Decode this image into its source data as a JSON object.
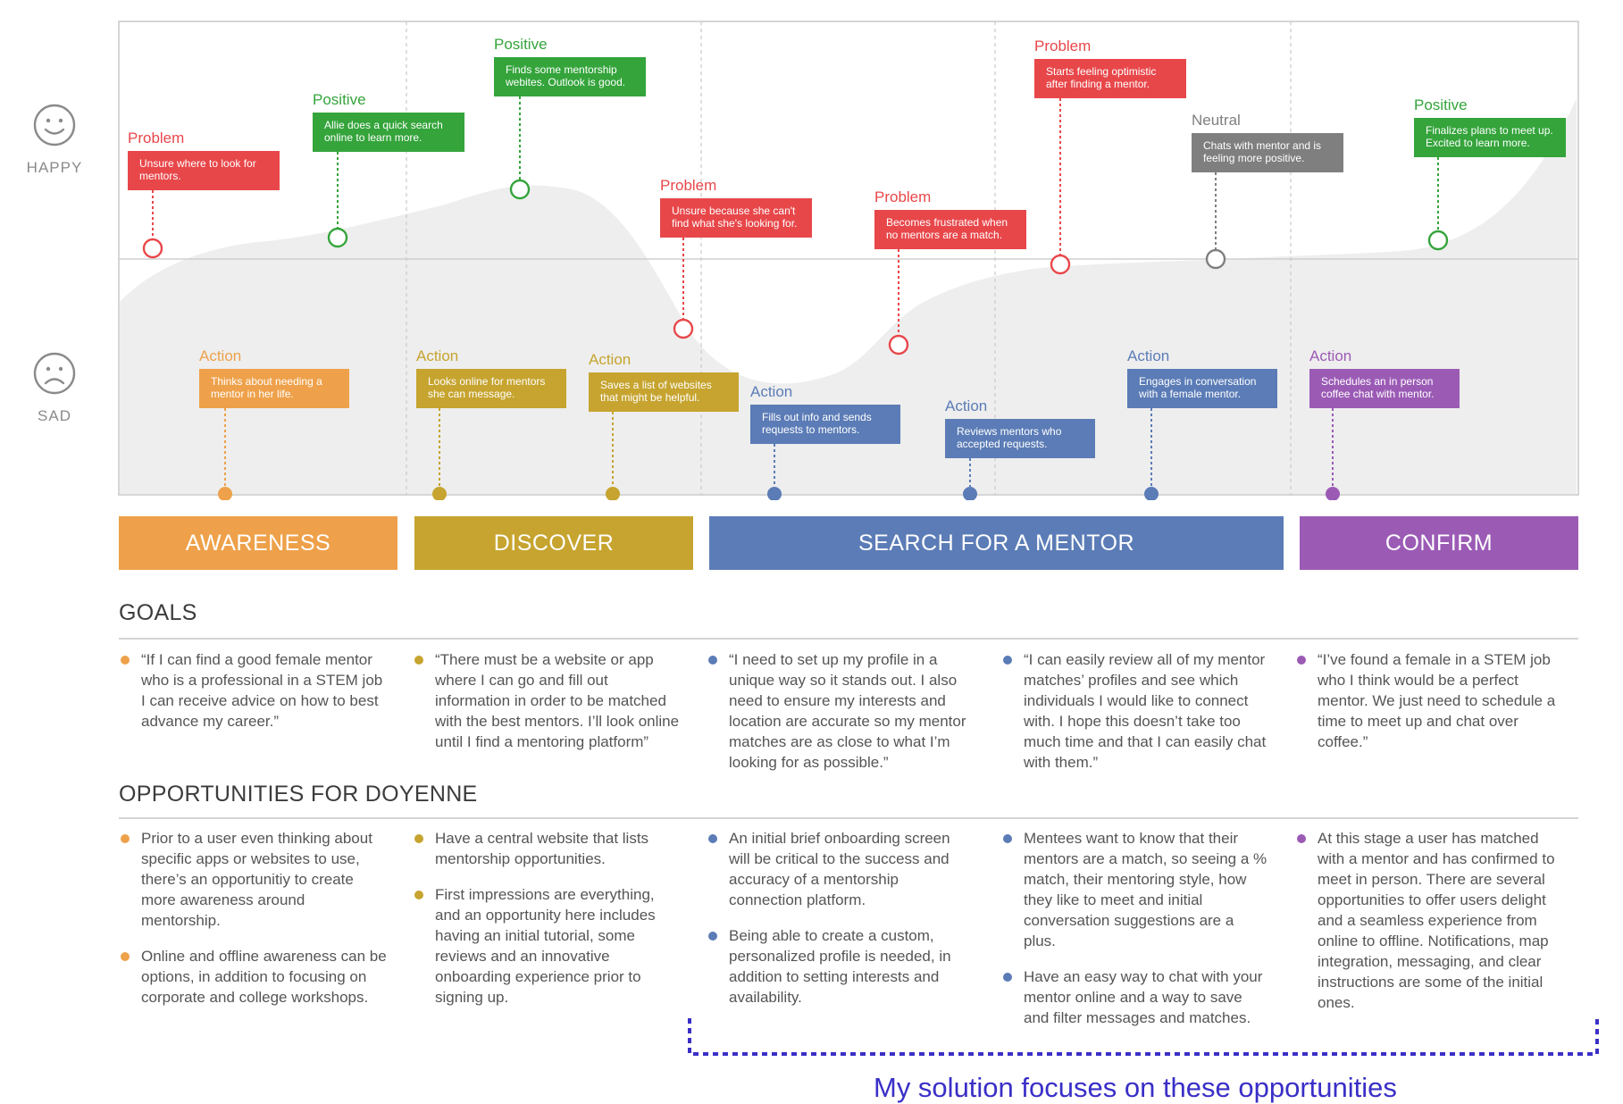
{
  "mood": {
    "happy": "HAPPY",
    "sad": "SAD"
  },
  "colors": {
    "awareness": "#eea14a",
    "discover": "#c6a42f",
    "search": "#5b7cb6",
    "confirm": "#9b5bb5",
    "problem": "#e8474a",
    "positive": "#34a43b",
    "neutral": "#7f7f7f",
    "solution": "#3a2fc7"
  },
  "emotion_cards": [
    {
      "heading": "Problem",
      "text": [
        "Unsure where to look for",
        "mentors."
      ],
      "type": "problem",
      "level": 0.04
    },
    {
      "heading": "Positive",
      "text": [
        "Allie does a quick search",
        "online to learn more."
      ],
      "type": "positive",
      "level": 0.08
    },
    {
      "heading": "Positive",
      "text": [
        "Finds some mentorship",
        "webites. Outlook is good."
      ],
      "type": "positive",
      "level": 0.26
    },
    {
      "heading": "Problem",
      "text": [
        "Unsure because she can't",
        "find what she's looking for."
      ],
      "type": "problem",
      "level": -0.26
    },
    {
      "heading": "Problem",
      "text": [
        "Becomes frustrated when",
        "no mentors are a match."
      ],
      "type": "problem",
      "level": -0.32
    },
    {
      "heading": "Problem",
      "text": [
        "Starts feeling optimistic",
        "after finding a mentor."
      ],
      "type": "problem",
      "level": -0.02
    },
    {
      "heading": "Neutral",
      "text": [
        "Chats with mentor and is",
        "feeling more positive."
      ],
      "type": "neutral",
      "level": 0.0
    },
    {
      "heading": "Positive",
      "text": [
        "Finalizes plans to meet up.",
        "Excited to learn more."
      ],
      "type": "positive",
      "level": 0.07
    }
  ],
  "action_cards": [
    {
      "heading": "Action",
      "text": [
        "Thinks about needing a",
        "mentor in her life."
      ],
      "stage": "awareness"
    },
    {
      "heading": "Action",
      "text": [
        "Looks online for mentors",
        "she can message."
      ],
      "stage": "discover"
    },
    {
      "heading": "Action",
      "text": [
        "Saves a list of  websites",
        "that might be helpful."
      ],
      "stage": "discover"
    },
    {
      "heading": "Action",
      "text": [
        "Fills out info and sends",
        "requests to mentors."
      ],
      "stage": "search"
    },
    {
      "heading": "Action",
      "text": [
        "Reviews mentors who",
        "accepted requests."
      ],
      "stage": "search"
    },
    {
      "heading": "Action",
      "text": [
        "Engages in conversation",
        "with a female mentor."
      ],
      "stage": "search"
    },
    {
      "heading": "Action",
      "text": [
        "Schedules an in person",
        "coffee chat with mentor."
      ],
      "stage": "confirm"
    }
  ],
  "stages": [
    {
      "label": "AWARENESS",
      "color": "#eea14a"
    },
    {
      "label": "DISCOVER",
      "color": "#c6a42f"
    },
    {
      "label": "SEARCH FOR A MENTOR",
      "color": "#5b7cb6"
    },
    {
      "label": "CONFIRM",
      "color": "#9b5bb5"
    }
  ],
  "goals": {
    "title": "GOALS",
    "columns": [
      {
        "color": "#eea14a",
        "items": [
          "“If I can find a good female mentor who is a professional in a STEM job I can receive advice on how to best advance my career.”"
        ]
      },
      {
        "color": "#c6a42f",
        "items": [
          "“There must be a website or app where I can go and fill out information in order to be matched with the best mentors. I’ll look online until I find a mentoring platform”"
        ]
      },
      {
        "color": "#5b7cb6",
        "items": [
          "“I need to set up my profile in a unique way so it stands out. I also need to ensure my interests and location are accurate so my mentor matches are as close to what I’m looking for as possible.”"
        ]
      },
      {
        "color": "#5b7cb6",
        "items": [
          "“I can easily review all of my mentor matches’ profiles and see which individuals I would like to connect with. I hope this doesn’t take too much time and that I can easily chat with them.”"
        ]
      },
      {
        "color": "#9b5bb5",
        "items": [
          "“I’ve found a female in a STEM job who I think would be a perfect mentor. We just need to schedule a time to meet up and chat over coffee.”"
        ]
      }
    ]
  },
  "opportunities": {
    "title": "OPPORTUNITIES FOR DOYENNE",
    "columns": [
      {
        "color": "#eea14a",
        "items": [
          "Prior to a user even thinking about specific apps or websites to use, there’s an opportunitiy to create more awareness around mentorship.",
          "Online and offline awareness can be options, in addition to focusing on corporate and college workshops."
        ]
      },
      {
        "color": "#c6a42f",
        "items": [
          "Have a central website that lists mentorship opportunities.",
          "First impressions are everything, and an opportunity here includes having an initial tutorial, some reviews and an innovative onboarding experience prior to signing up."
        ]
      },
      {
        "color": "#5b7cb6",
        "items": [
          "An initial brief onboarding screen will be critical to the success and accuracy of a mentorship connection platform.",
          "Being able to create a custom, personalized profile is needed, in addition to setting interests and availability."
        ]
      },
      {
        "color": "#5b7cb6",
        "items": [
          "Mentees want to know that their mentors are a match, so seeing a % match, their mentoring style, how they like to meet and initial conversation suggestions are a plus.",
          "Have an easy way to chat with your mentor online and a way to save and filter messages and matches."
        ]
      },
      {
        "color": "#9b5bb5",
        "items": [
          "At this stage a user has matched with a mentor and has confirmed to meet in person. There are several opportunities to offer users delight and a seamless experience from online to offline. Notifications, map integration, messaging, and clear instructions are some of the initial ones."
        ]
      }
    ]
  },
  "solution_note": "My solution focuses on these opportunities"
}
